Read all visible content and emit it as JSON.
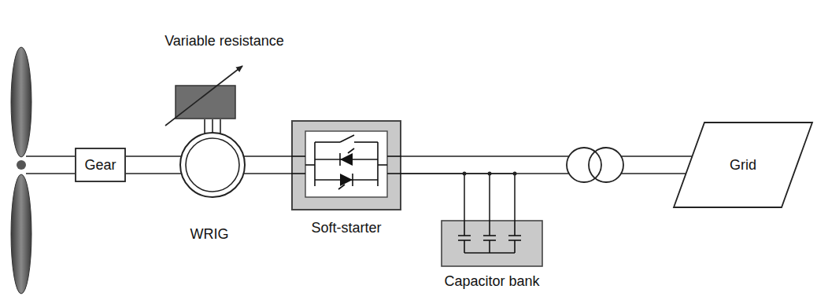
{
  "diagram": {
    "nodes": [
      {
        "text": [
          "Variable resistance"
        ]
      },
      {
        "text": [
          "Gear"
        ]
      },
      {
        "text": [
          "WRIG"
        ]
      },
      {
        "text": [
          "Soft-starter"
        ]
      },
      {
        "text": [
          "Capacitor bank"
        ]
      },
      {
        "text": [
          "Grid"
        ]
      }
    ],
    "edges": [
      {
        "from": 1,
        "to": 2,
        "arrow": "none"
      },
      {
        "from": 2,
        "to": 0,
        "arrow": "none"
      },
      {
        "from": 2,
        "to": 3,
        "arrow": "none"
      },
      {
        "from": 3,
        "to": 4,
        "arrow": "none"
      },
      {
        "from": 3,
        "to": 5,
        "arrow": "none"
      }
    ]
  }
}
